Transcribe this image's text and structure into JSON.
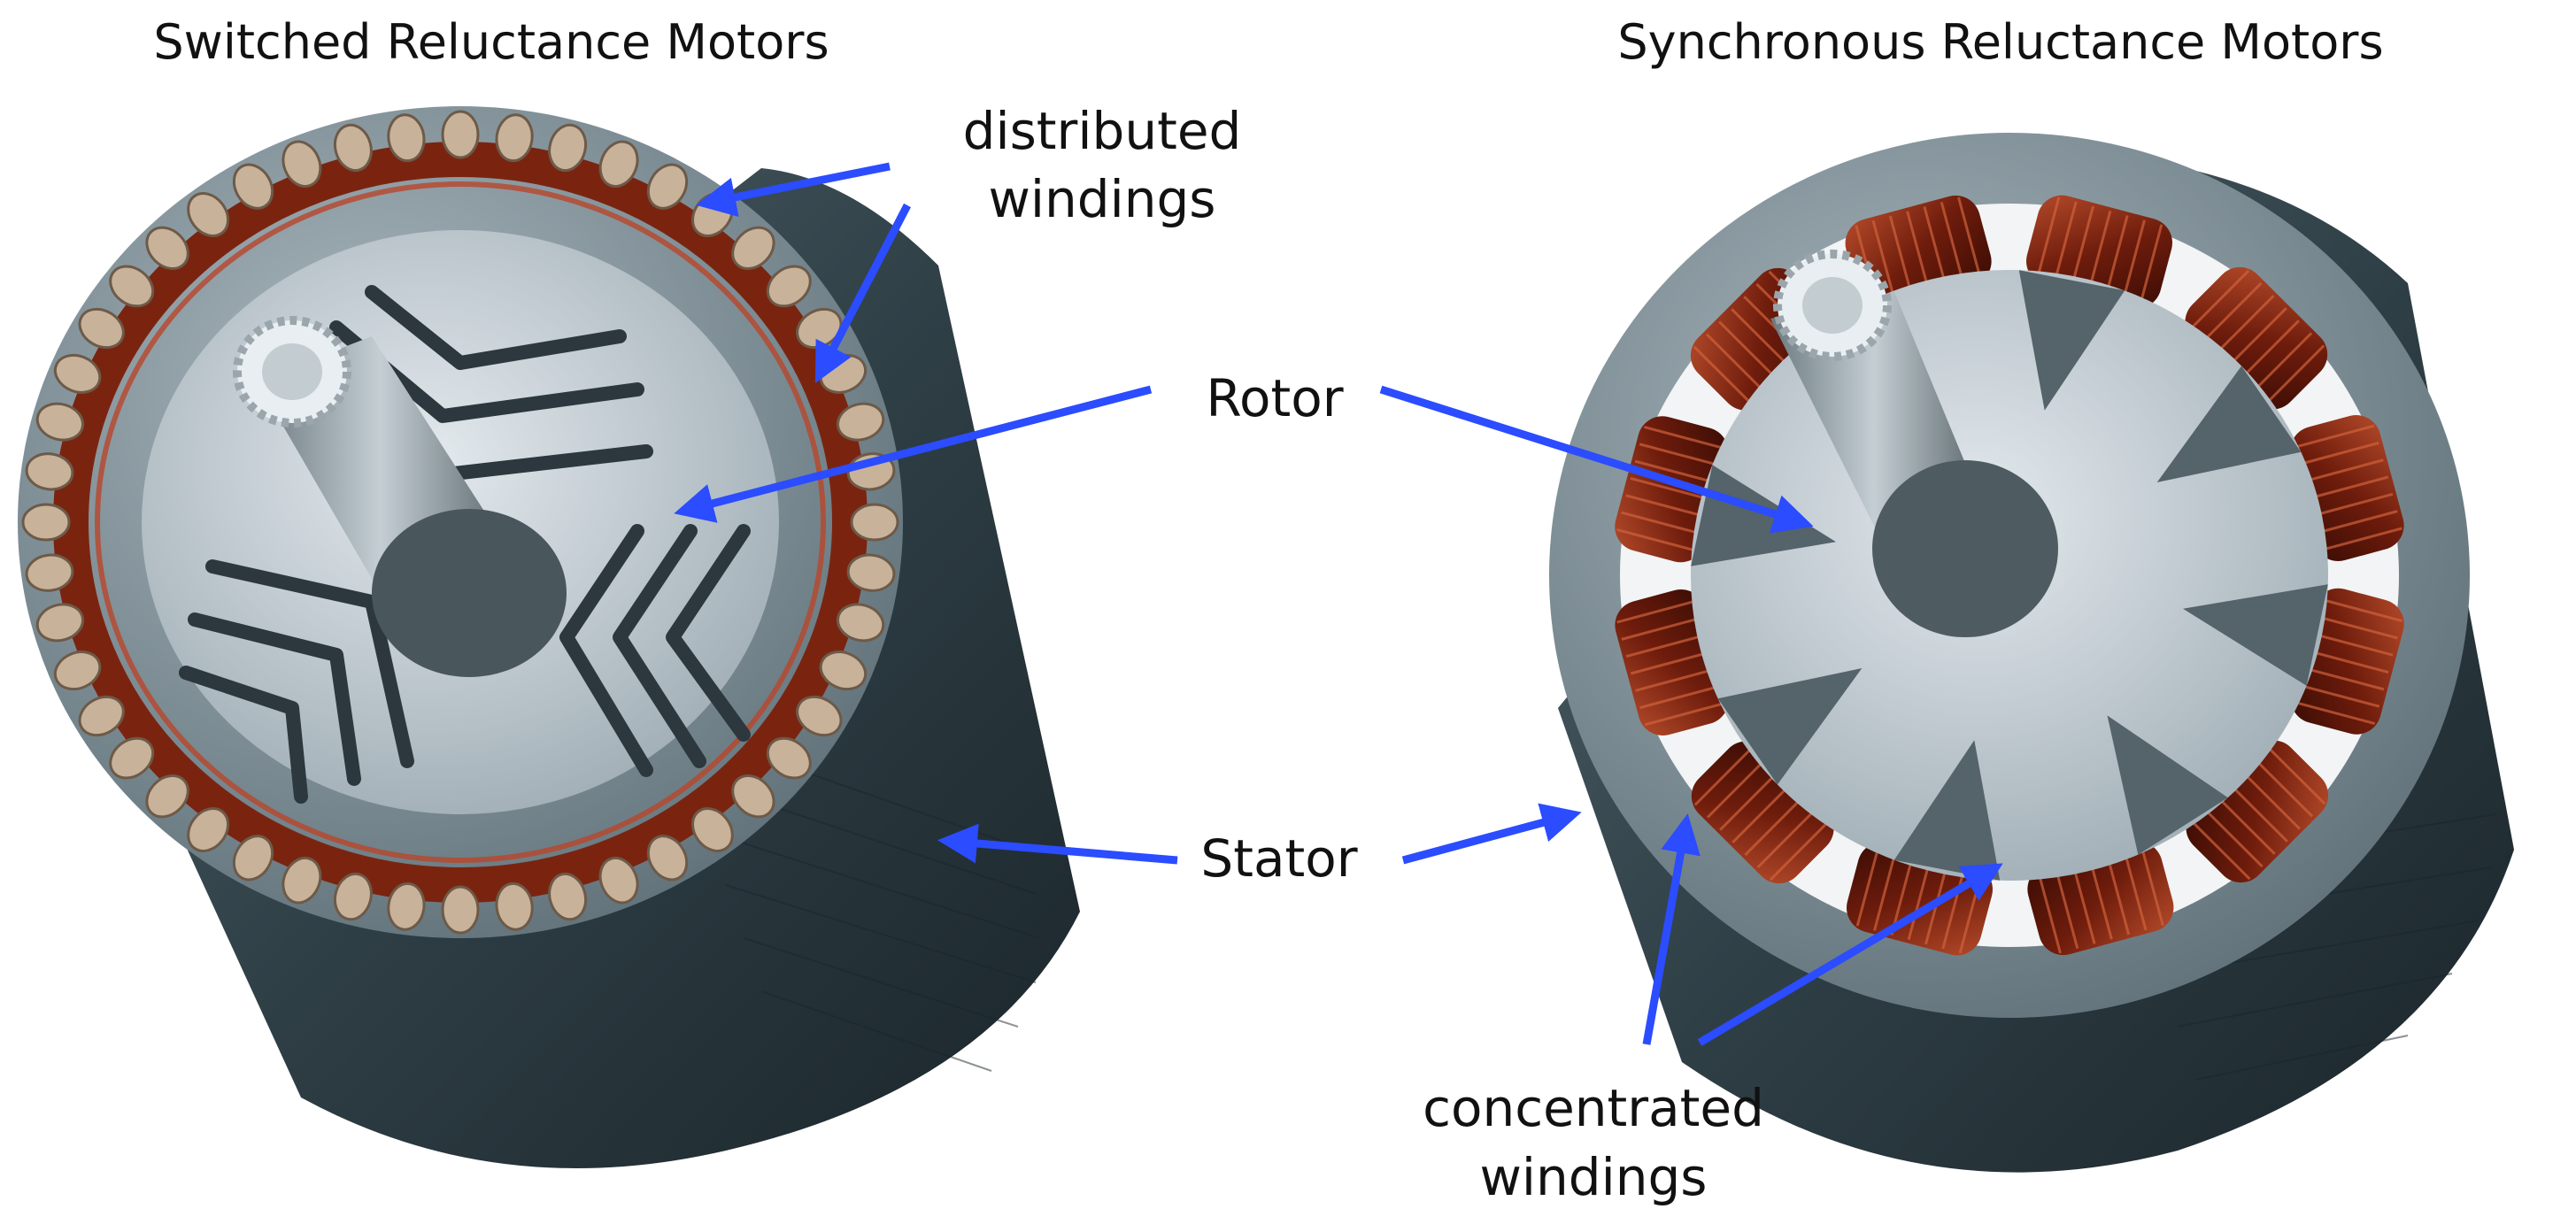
{
  "titles": {
    "left": "Switched Reluctance Motors",
    "right": "Synchronous Reluctance Motors"
  },
  "labels": {
    "distributed_line1": "distributed",
    "distributed_line2": "windings",
    "rotor": "Rotor",
    "stator": "Stator",
    "concentrated_line1": "concentrated",
    "concentrated_line2": "windings"
  },
  "colors": {
    "arrow": "#2b4cff",
    "copper": "#8a2a14",
    "stator_dark": "#25333a",
    "rotor_light": "#c9d3d8",
    "hairpin": "#c8b29a"
  }
}
